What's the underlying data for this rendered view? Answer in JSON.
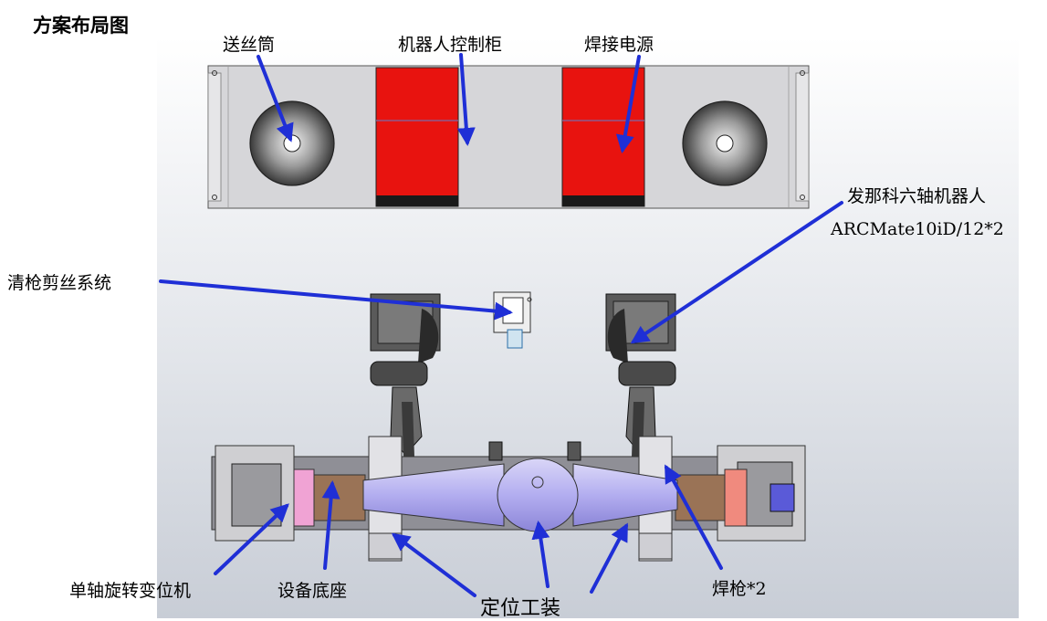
{
  "title": "方案布局图",
  "labels": {
    "wire_drum": "送丝筒",
    "robot_cabinet": "机器人控制柜",
    "welding_power": "焊接电源",
    "robot_line1": "发那科六轴机器人",
    "robot_line2": "ARCMate10iD/12*2",
    "torch_cleaning": "清枪剪丝系统",
    "positioner": "单轴旋转变位机",
    "base": "设备底座",
    "fixture": "定位工装",
    "torch": "焊枪*2"
  },
  "colors": {
    "arrow": "#1f2fd6",
    "cabinet_red": "#e8130f",
    "plate_gray": "#d6d6d9",
    "fixture_blue": "#b9b5ec",
    "pink_block": "#f0a3d4",
    "salmon_block": "#f08a7e",
    "bg_gradient_top": "#ffffff",
    "bg_gradient_bottom": "#c8cdd6"
  }
}
